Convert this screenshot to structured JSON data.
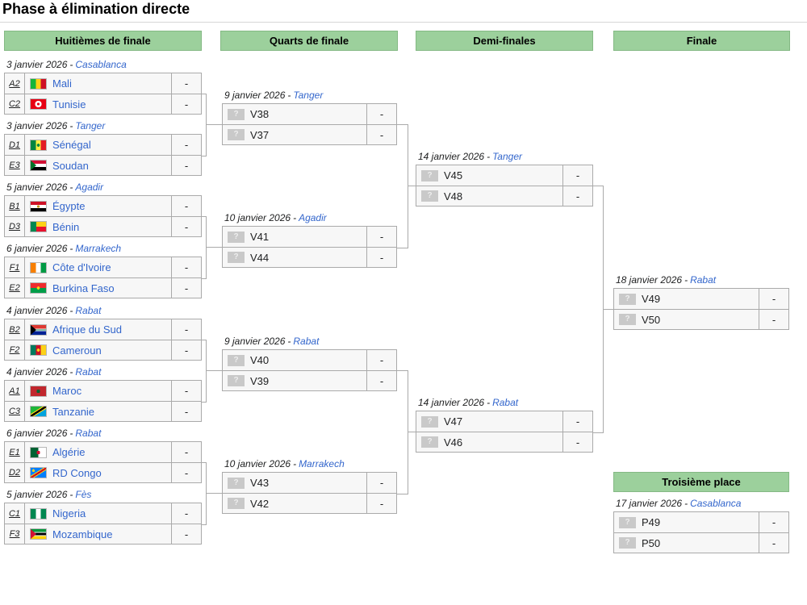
{
  "title": "Phase à élimination directe",
  "separator": "-",
  "placeholder_glyph": "?",
  "rounds": [
    {
      "label": "Huitièmes de finale"
    },
    {
      "label": "Quarts de finale"
    },
    {
      "label": "Demi-finales"
    },
    {
      "label": "Finale"
    }
  ],
  "third_place_label": "Troisième place",
  "colors": {
    "header_green": "#9cd09c",
    "link_blue": "#3366cc",
    "row_background": "#f7f7f7",
    "border_gray": "#aaaaaa"
  },
  "r16": [
    {
      "date": "3 janvier 2026",
      "venue": "Casablanca",
      "home": {
        "seed": "A2",
        "flag": "mali",
        "team": "Mali",
        "score": "-"
      },
      "away": {
        "seed": "C2",
        "flag": "tunisie",
        "team": "Tunisie",
        "score": "-"
      }
    },
    {
      "date": "3 janvier 2026",
      "venue": "Tanger",
      "home": {
        "seed": "D1",
        "flag": "senegal",
        "team": "Sénégal",
        "score": "-"
      },
      "away": {
        "seed": "E3",
        "flag": "soudan",
        "team": "Soudan",
        "score": "-"
      }
    },
    {
      "date": "5 janvier 2026",
      "venue": "Agadir",
      "home": {
        "seed": "B1",
        "flag": "egypte",
        "team": "Égypte",
        "score": "-"
      },
      "away": {
        "seed": "D3",
        "flag": "benin",
        "team": "Bénin",
        "score": "-"
      }
    },
    {
      "date": "6 janvier 2026",
      "venue": "Marrakech",
      "home": {
        "seed": "F1",
        "flag": "cotedivoire",
        "team": "Côte d'Ivoire",
        "score": "-"
      },
      "away": {
        "seed": "E2",
        "flag": "burkinafaso",
        "team": "Burkina Faso",
        "score": "-"
      }
    },
    {
      "date": "4 janvier 2026",
      "venue": "Rabat",
      "home": {
        "seed": "B2",
        "flag": "afriquedusud",
        "team": "Afrique du Sud",
        "score": "-"
      },
      "away": {
        "seed": "F2",
        "flag": "cameroun",
        "team": "Cameroun",
        "score": "-"
      }
    },
    {
      "date": "4 janvier 2026",
      "venue": "Rabat",
      "home": {
        "seed": "A1",
        "flag": "maroc",
        "team": "Maroc",
        "score": "-"
      },
      "away": {
        "seed": "C3",
        "flag": "tanzanie",
        "team": "Tanzanie",
        "score": "-"
      }
    },
    {
      "date": "6 janvier 2026",
      "venue": "Rabat",
      "home": {
        "seed": "E1",
        "flag": "algerie",
        "team": "Algérie",
        "score": "-"
      },
      "away": {
        "seed": "D2",
        "flag": "rdcongo",
        "team": "RD Congo",
        "score": "-"
      }
    },
    {
      "date": "5 janvier 2026",
      "venue": "Fès",
      "home": {
        "seed": "C1",
        "flag": "nigeria",
        "team": "Nigeria",
        "score": "-"
      },
      "away": {
        "seed": "F3",
        "flag": "mozambique",
        "team": "Mozambique",
        "score": "-"
      }
    }
  ],
  "qf": [
    {
      "date": "9 janvier 2026",
      "venue": "Tanger",
      "home": {
        "team": "V38",
        "score": "-"
      },
      "away": {
        "team": "V37",
        "score": "-"
      }
    },
    {
      "date": "10 janvier 2026",
      "venue": "Agadir",
      "home": {
        "team": "V41",
        "score": "-"
      },
      "away": {
        "team": "V44",
        "score": "-"
      }
    },
    {
      "date": "9 janvier 2026",
      "venue": "Rabat",
      "home": {
        "team": "V40",
        "score": "-"
      },
      "away": {
        "team": "V39",
        "score": "-"
      }
    },
    {
      "date": "10 janvier 2026",
      "venue": "Marrakech",
      "home": {
        "team": "V43",
        "score": "-"
      },
      "away": {
        "team": "V42",
        "score": "-"
      }
    }
  ],
  "sf": [
    {
      "date": "14 janvier 2026",
      "venue": "Tanger",
      "home": {
        "team": "V45",
        "score": "-"
      },
      "away": {
        "team": "V48",
        "score": "-"
      }
    },
    {
      "date": "14 janvier 2026",
      "venue": "Rabat",
      "home": {
        "team": "V47",
        "score": "-"
      },
      "away": {
        "team": "V46",
        "score": "-"
      }
    }
  ],
  "final": {
    "date": "18 janvier 2026",
    "venue": "Rabat",
    "home": {
      "team": "V49",
      "score": "-"
    },
    "away": {
      "team": "V50",
      "score": "-"
    }
  },
  "third_place_match": {
    "date": "17 janvier 2026",
    "venue": "Casablanca",
    "home": {
      "team": "P49",
      "score": "-"
    },
    "away": {
      "team": "P50",
      "score": "-"
    }
  }
}
